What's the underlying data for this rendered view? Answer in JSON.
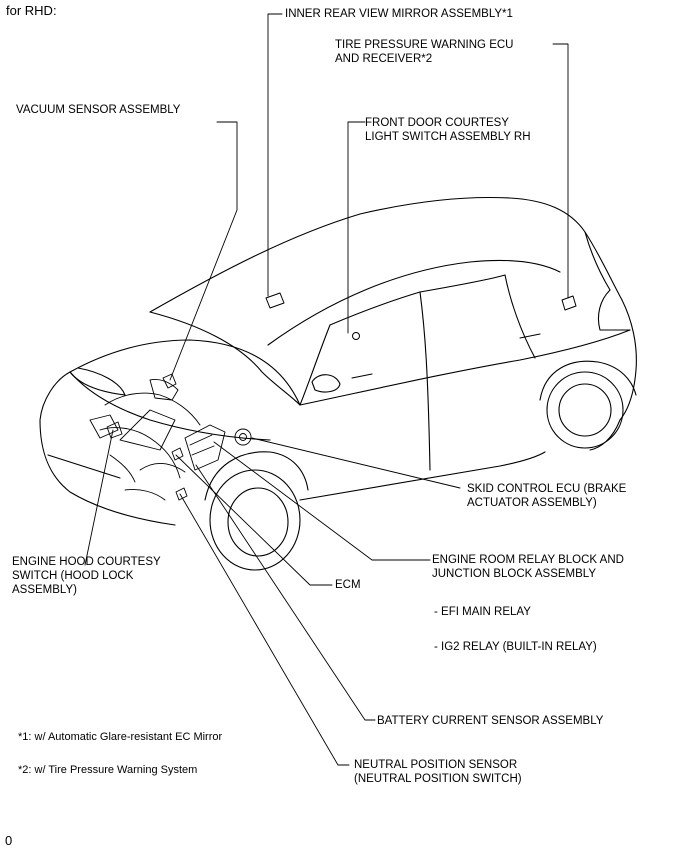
{
  "header": {
    "variant": "for RHD:"
  },
  "labels": {
    "inner_mirror": "INNER REAR VIEW MIRROR ASSEMBLY*1",
    "tpws_line1": "TIRE PRESSURE WARNING ECU",
    "tpws_line2": "AND RECEIVER*2",
    "vacuum": "VACUUM SENSOR ASSEMBLY",
    "door_line1": "FRONT DOOR COURTESY",
    "door_line2": "LIGHT SWITCH ASSEMBLY RH",
    "skid_line1": "SKID CONTROL ECU (BRAKE",
    "skid_line2": "ACTUATOR ASSEMBLY)",
    "relay_line1": "ENGINE ROOM RELAY BLOCK AND",
    "relay_line2": "JUNCTION BLOCK ASSEMBLY",
    "hood_line1": "ENGINE HOOD COURTESY",
    "hood_line2": "SWITCH (HOOD LOCK",
    "hood_line3": "ASSEMBLY)",
    "ecm": "ECM",
    "efi": "- EFI MAIN RELAY",
    "ig2": "- IG2 RELAY (BUILT-IN RELAY)",
    "battery": "BATTERY CURRENT SENSOR ASSEMBLY",
    "neutral_line1": "NEUTRAL POSITION SENSOR",
    "neutral_line2": "(NEUTRAL POSITION SWITCH)"
  },
  "footnotes": {
    "note1": "*1: w/ Automatic Glare-resistant EC Mirror",
    "note2": "*2: w/ Tire Pressure Warning System"
  },
  "page": {
    "marker": "0"
  }
}
